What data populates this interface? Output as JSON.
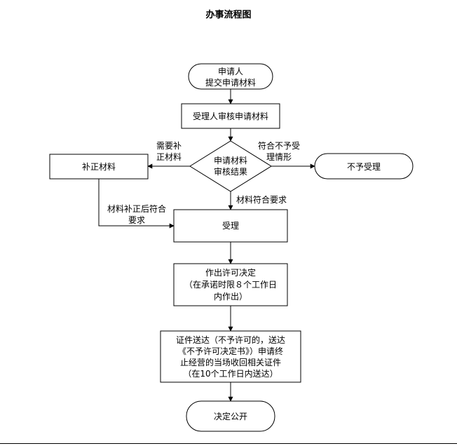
{
  "title": "办事流程图",
  "nodes": {
    "start": [
      "申请人",
      "提交申请材料"
    ],
    "review": [
      "受理人审核申请材料"
    ],
    "decision": [
      "申请材料",
      "审核结果"
    ],
    "supplement": [
      "补正材料"
    ],
    "reject": [
      "不予受理"
    ],
    "accept": [
      "受理"
    ],
    "decide": [
      "作出许可决定",
      "（在承诺时限８个工作日",
      "内作出）"
    ],
    "deliver": [
      "证件送达（不予许可的，送达",
      "《不予许可决定书》）申请终",
      "止经营的当场收回相关证件",
      "（在10个工作日内送达）"
    ],
    "publish": [
      "决定公开"
    ]
  },
  "edge_labels": {
    "needs_supplement": [
      "需要补",
      "正材料"
    ],
    "not_accept": [
      "符合不予受",
      "理情形"
    ],
    "meets": [
      "材料符合要求"
    ],
    "after_supplement": [
      "材料补正后符合",
      "要求"
    ]
  }
}
